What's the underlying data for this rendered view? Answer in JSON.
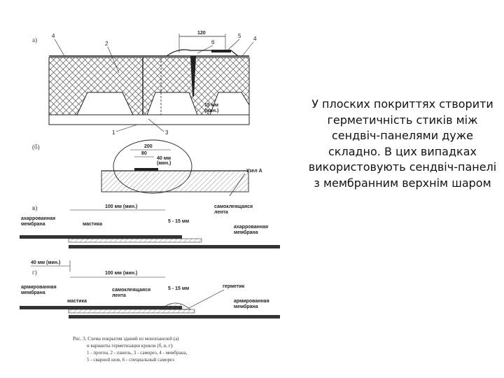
{
  "slide_text": "У плоских покриттях створити герметичність стиків між сендвіч-панелями дуже складно. В цих випадках використовують сендвіч-панелі з мембранним верхнім шаром",
  "figure": {
    "a": {
      "section": "а)",
      "dim_120": "120",
      "callouts": [
        "4",
        "2",
        "6",
        "5",
        "4",
        "1",
        "3"
      ],
      "dim_15": "15 мм",
      "dim_15_sub": "(мин.)"
    },
    "b": {
      "section": "(б)",
      "dim_200": "200",
      "dim_80": "80",
      "dim_40": "40 мм",
      "dim_40_sub": "(мин.)",
      "node": "Узел А"
    },
    "v": {
      "section": "в)",
      "dim_100": "100 мм (мин.)",
      "tape": "самоклеящаяся",
      "tape2": "лента",
      "membrane_left": "ахаррованная",
      "membrane_left2": "мембрана",
      "mastic": "мастика",
      "dim_5_15": "5 - 15 мм",
      "membrane_right": "ахаррованная",
      "membrane_right2": "мембрана",
      "dim_40": "40 мм (мин.)"
    },
    "g": {
      "section": "г)",
      "dim_100": "100 мм (мин.)",
      "membrane_left": "армированная",
      "membrane_left2": "мембрана",
      "tape": "самоклеящаяся",
      "tape2": "лента",
      "dim_5_15": "5 - 15 мм",
      "sealant": "герметик",
      "mastic": "мастика",
      "membrane_right": "армированная",
      "membrane_right2": "мембрана"
    },
    "caption": {
      "line1": "Рис. 3. Схема покрытия зданий из монопанелей (а)",
      "line2": "и варианты герметизации кровли (б, в, г):",
      "line3": "1 - прогон, 2 - панель, 3 - саморез, 4 - мембрана,",
      "line4": "5 - сварной шов, 6 - специальный саморез"
    }
  }
}
